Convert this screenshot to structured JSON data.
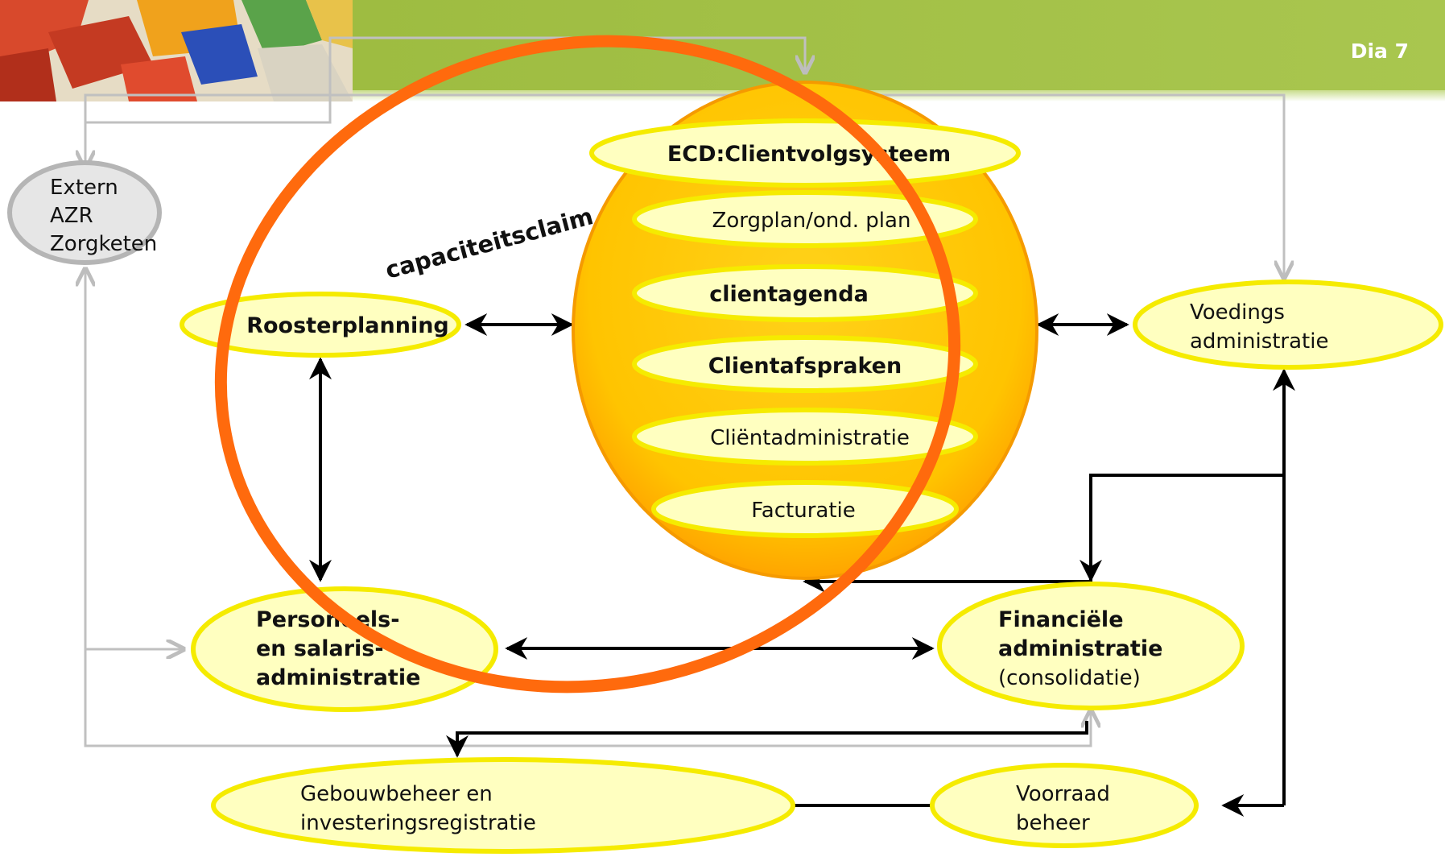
{
  "header": {
    "slide_label": "Dia 7",
    "bar_color": "#a2be46"
  },
  "annotation": {
    "text": "capaciteitsclaim",
    "ring_color": "#ff6a0d"
  },
  "central": {
    "title": "ECD:Clientvolgsysteem",
    "modules": [
      "Zorgplan/ond. plan",
      "clientagenda",
      "Clientafspraken",
      "Cliëntadministratie",
      "Facturatie"
    ],
    "fill_color": "#ffcc00"
  },
  "nodes": {
    "extern": [
      "Extern",
      "AZR",
      "Zorgketen"
    ],
    "roosterplanning": "Roosterplanning",
    "voedings": [
      "Voedings",
      "administratie"
    ],
    "personeels": [
      "Personeels-",
      "en salaris-",
      "administratie"
    ],
    "financiele": [
      "Financiële",
      "administratie",
      "(consolidatie)"
    ],
    "gebouwbeheer": [
      "Gebouwbeheer en",
      "investeringsregistratie"
    ],
    "voorraad": [
      "Voorraad",
      "beheer"
    ]
  },
  "colors": {
    "node_fill": "#ffffc0",
    "node_stroke": "#f5eb00",
    "gray_line": "#c0c0c0",
    "black_line": "#000000"
  }
}
